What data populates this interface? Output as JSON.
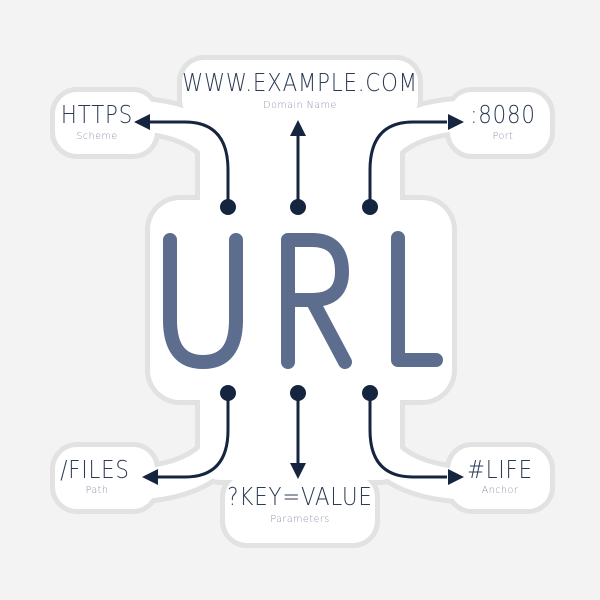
{
  "title": "URL",
  "letters": [
    "U",
    "R",
    "L"
  ],
  "parts": {
    "scheme": {
      "value": "HTTPS",
      "label": "Scheme"
    },
    "domain": {
      "value": "WWW.EXAMPLE.COM",
      "label": "Domain Name"
    },
    "port": {
      "value": ":8080",
      "label": "Port"
    },
    "path": {
      "value": "/FILES",
      "label": "Path"
    },
    "parameters": {
      "value": "?KEY=VALUE",
      "label": "Parameters"
    },
    "anchor": {
      "value": "#LIFE",
      "label": "Anchor"
    }
  },
  "colors": {
    "background": "#f3f3f3",
    "sticker": "#ffffff",
    "letters": "#5d6d8e",
    "arrows": "#16253f",
    "subtitle": "#8a93aa"
  }
}
